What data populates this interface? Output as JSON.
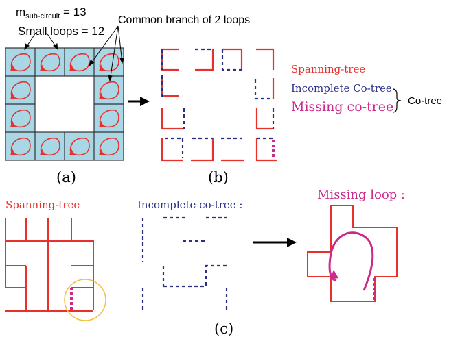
{
  "annotations": {
    "m_base": "m",
    "m_sub": "sub-circuit",
    "m_value": " = 13",
    "small_loops": "Small loops = 12",
    "common_branch": "Common branch of 2 loops"
  },
  "panel_labels": {
    "a": "(a)",
    "b": "(b)",
    "c": "(c)"
  },
  "legend_b": {
    "spanning_tree": "Spanning-tree",
    "incomplete_cotree": "Incomplete Co-tree",
    "missing_cotree": "Missing co-tree",
    "cotree": "Co-tree"
  },
  "panel_c": {
    "spanning_tree": "Spanning-tree",
    "incomplete_cotree": "Incomplete co-tree :",
    "missing_loop": "Missing loop :"
  },
  "colors": {
    "spanning": "#e8302c",
    "cotree": "#2b2f86",
    "missing": "#cc2a8a",
    "cell_fill": "#a9d7e6",
    "circle": "#f2c037"
  }
}
